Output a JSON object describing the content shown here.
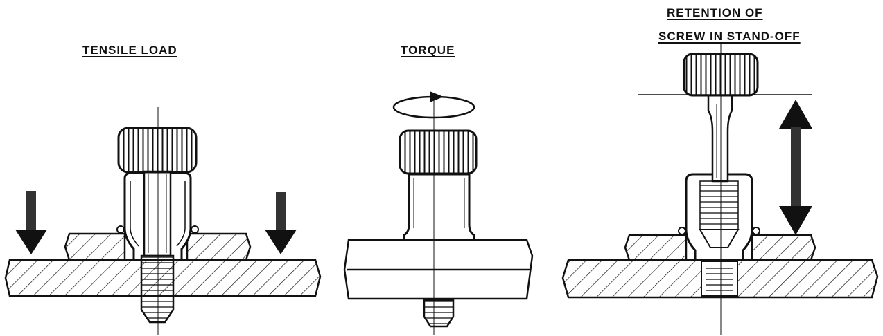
{
  "panels": [
    {
      "id": "tensile",
      "title": "TENSILE LOAD"
    },
    {
      "id": "torque",
      "title": "TORQUE"
    },
    {
      "id": "retention",
      "title_line1": "RETENTION OF",
      "title_line2": "SCREW IN STAND-OFF"
    }
  ],
  "colors": {
    "ink": "#111111",
    "paper": "#ffffff",
    "arrow": "#222222"
  }
}
